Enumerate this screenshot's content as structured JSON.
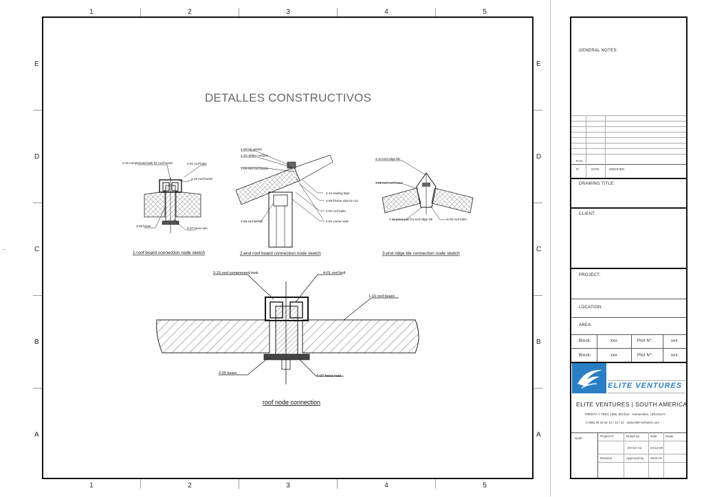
{
  "sheet": {
    "title": "DETALLES CONSTRUCTIVOS",
    "column_numbers": [
      "1",
      "2",
      "3",
      "4",
      "5"
    ],
    "row_letters": [
      "E",
      "D",
      "C",
      "B",
      "A"
    ]
  },
  "details": {
    "d1": {
      "caption": "1.roof board connection node sketch",
      "labels": [
        "2-15 compressed tank for roof board",
        "4-01 roof bolts",
        "1-10 roof board",
        "2-05 beam",
        "4-07 hexa nuts"
      ]
    },
    "d2": {
      "caption": "2.end roof board connection node sketch",
      "labels": [
        "4-08 big gasket",
        "4-10 rubber cushion",
        "1-09 end roof board",
        "4-13 sealing tape",
        "2-09 friction side tie rod",
        "4-02 roof bolts",
        "2-08 end tie rod",
        "2-02 corner seal"
      ]
    },
    "d3": {
      "caption": "3.end ridge tile connection node sketch",
      "labels": [
        "2-14 end ridge tile",
        "1-09 end roof board",
        "4-11 press pad for end ridge tile",
        "4-02 roof bolts"
      ]
    },
    "d4": {
      "caption": "roof node connection",
      "labels": [
        "2-15 roof compressed tank",
        "4-01 roof bolt",
        "1-10 roof board",
        "2-05 beam",
        "4-07 hexa nuts"
      ]
    }
  },
  "title_block": {
    "general_notes": "GENERAL NOTES:",
    "rev_label": "R.01",
    "rev_cols": [
      "N°",
      "DATE",
      "MODIFIED"
    ],
    "drawing_title": "DRAWING TITLE:",
    "client": "CLIENT:",
    "project": "PROJECT:",
    "location": "LOCATION:",
    "area": "AREA:",
    "block_rows": [
      {
        "block_label": "Block:",
        "block_val": "xxx",
        "plot_label": "Plot N°:",
        "plot_val": "xxx"
      },
      {
        "block_label": "Block:",
        "block_val": "xxx",
        "plot_label": "Plot N°:",
        "plot_val": "xxx"
      }
    ],
    "brand": "ELITE VENTURES",
    "company": "ELITE VENTURES | SOUTH AMERICA",
    "address": "TREINTA Y TRES 1356, 5th floor · Montevideo, URUGUAY.",
    "phone": "(+598) 29 16 62 12 / 13 / 14 · www.elite-ventures.com",
    "footer": {
      "north": "North",
      "project_no": "Project N°",
      "drawn_by": "Drawn by",
      "date": "Date",
      "scale": "Scale",
      "project_no_val": "EV-SA-A2",
      "date_val": "04-12-09",
      "revision": "Revision",
      "approved_by": "Approved by",
      "sheet_no": "Sheet N°"
    }
  },
  "colors": {
    "brand_blue": "#2a7fc4",
    "frame": "#111111"
  }
}
